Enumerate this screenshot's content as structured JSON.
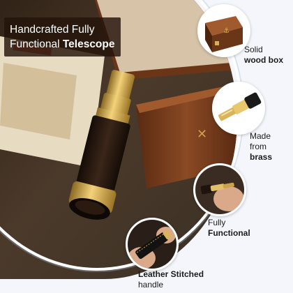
{
  "headline": {
    "line1": "Handcrafted Fully",
    "line2_regular": "Functional ",
    "line2_bold": "Telescope"
  },
  "features": [
    {
      "line1": "Solid",
      "line2": "wood box",
      "icon": "wood-box-icon"
    },
    {
      "line1": "Made",
      "line2": "from",
      "line3": "brass",
      "icon": "brass-tube-icon"
    },
    {
      "line1": "Fully",
      "line2": "Functional",
      "icon": "hand-holding-telescope-icon"
    },
    {
      "line1": "Leather Stitched",
      "line2": "handle",
      "icon": "leather-handle-icon"
    }
  ],
  "colors": {
    "background": "#f4f6fb",
    "headline_bg": "#23140a",
    "brass": "#c9a24a",
    "leather": "#2b1a12",
    "wood": "#7a3f1f"
  }
}
